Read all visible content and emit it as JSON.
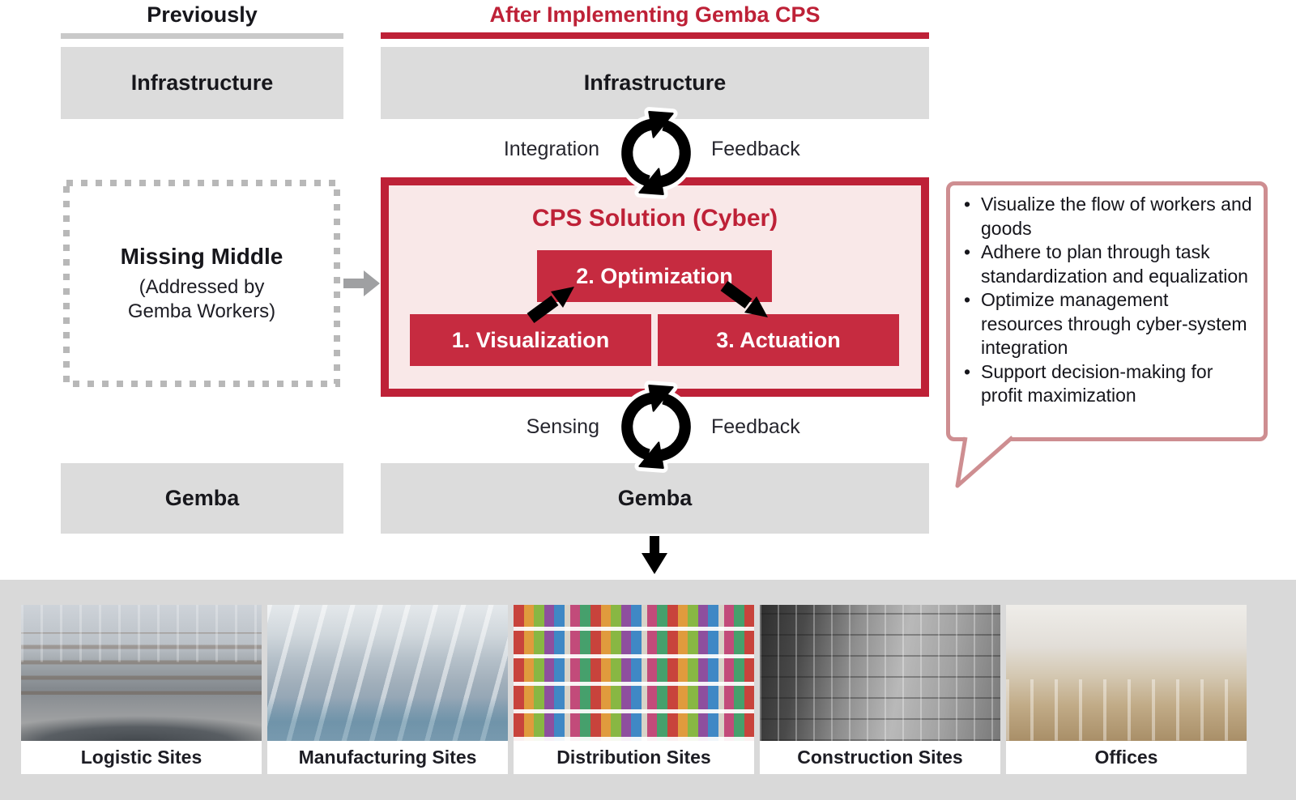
{
  "colors": {
    "red": "#be2137",
    "red_fill": "#c62b40",
    "pink": "#f9e8e8",
    "gray_box": "#dcdcdc",
    "strip_gray": "#d9d9d9",
    "rule_gray": "#c9c9c9",
    "dash_gray": "#b8b8b8",
    "arrow_gray": "#9fa0a2",
    "rose_border": "#ce8e91",
    "text_dark": "#17171c"
  },
  "columns": {
    "left": {
      "title": "Previously",
      "infrastructure": "Infrastructure",
      "missing_middle": {
        "title": "Missing Middle",
        "subtitle": [
          "(Addressed by",
          "Gemba Workers)"
        ]
      },
      "gemba": "Gemba"
    },
    "right": {
      "title": "After Implementing Gemba CPS",
      "infrastructure": "Infrastructure",
      "top_cycle": {
        "left": "Integration",
        "right": "Feedback"
      },
      "cps": {
        "title": "CPS Solution (Cyber)",
        "step1": "1. Visualization",
        "step2": "2. Optimization",
        "step3": "3. Actuation"
      },
      "bottom_cycle": {
        "left": "Sensing",
        "right": "Feedback"
      },
      "gemba": "Gemba"
    }
  },
  "callout": {
    "bullets": [
      "Visualize the flow of workers and goods",
      "Adhere to plan through task standardization and equalization",
      "Optimize management resources through cyber-system integration",
      "Support decision-making for profit maximization"
    ]
  },
  "sites": [
    {
      "label": "Logistic Sites",
      "photo": "warehouse-conveyor-system"
    },
    {
      "label": "Manufacturing Sites",
      "photo": "factory-production-line"
    },
    {
      "label": "Distribution Sites",
      "photo": "supermarket-shelves"
    },
    {
      "label": "Construction Sites",
      "photo": "building-scaffolding"
    },
    {
      "label": "Offices",
      "photo": "open-office-interior"
    }
  ]
}
